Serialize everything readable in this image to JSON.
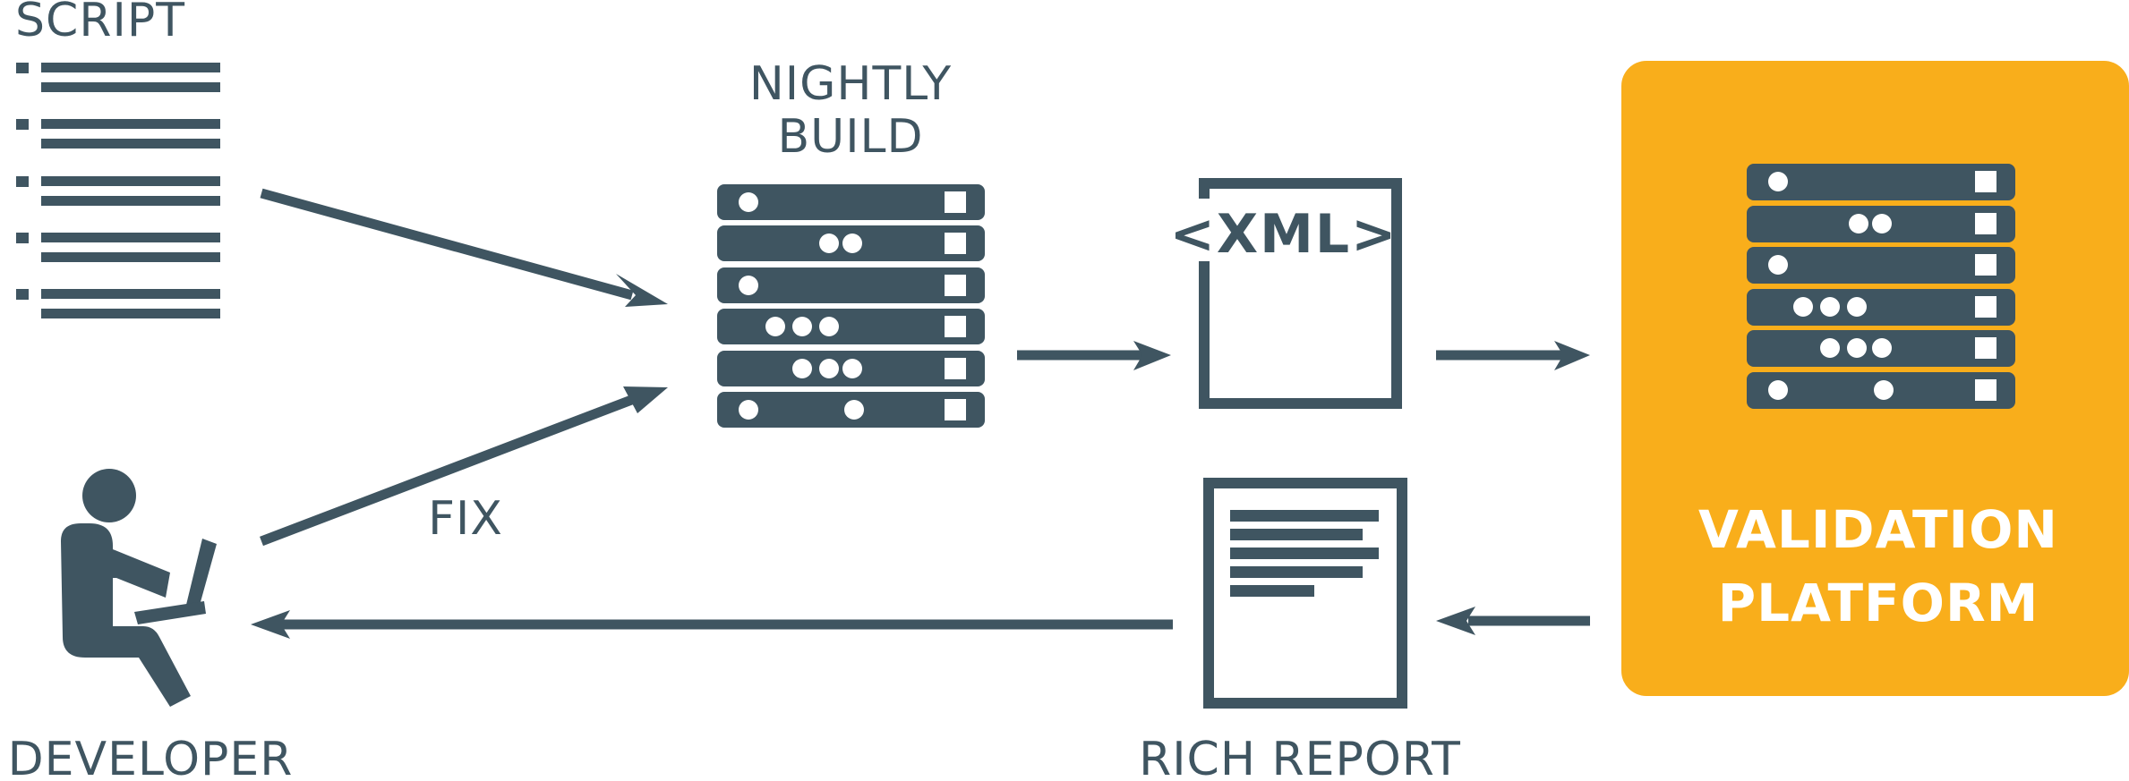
{
  "labels": {
    "script": "SCRIPT",
    "nightly_line1": "NIGHTLY",
    "nightly_line2": "BUILD",
    "fix": "FIX",
    "developer": "DEVELOPER",
    "xml": "<XML>",
    "rich_report": "RICH REPORT",
    "validation_line1": "VALIDATION",
    "validation_line2": "PLATFORM"
  },
  "colors": {
    "ink": "#3f5561",
    "accent": "#f9ae1b",
    "white": "#ffffff"
  },
  "icons": {
    "script": "script-list-icon",
    "build_server": "server-rack-icon",
    "xml_document": "xml-document-icon",
    "report": "report-document-icon",
    "developer": "developer-laptop-icon",
    "platform_server": "server-rack-icon"
  }
}
